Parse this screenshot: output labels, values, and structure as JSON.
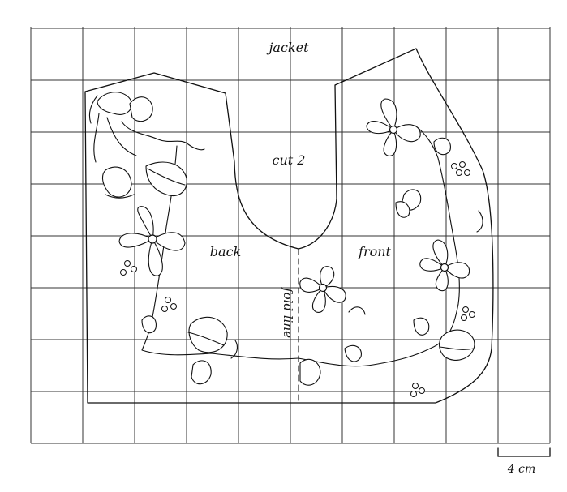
{
  "pattern": {
    "title": "jacket",
    "instruction": "cut 2",
    "back_label": "back",
    "front_label": "front",
    "fold_label": "fold line",
    "scale_label": "4 cm"
  }
}
